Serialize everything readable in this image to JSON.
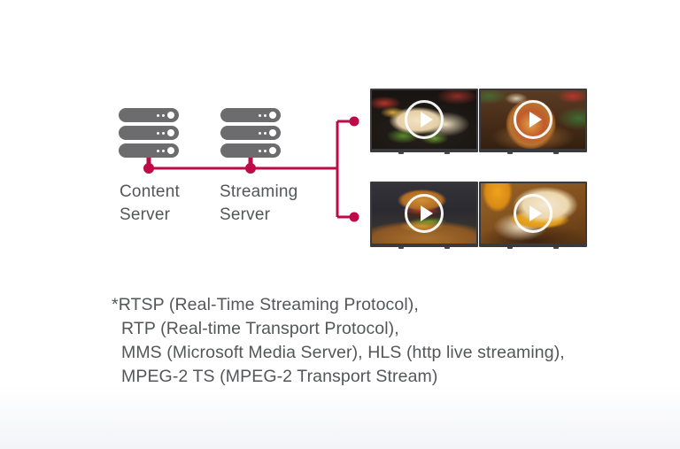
{
  "page": {
    "colors": {
      "accent": "#be0a46",
      "server_gray": "#6c6c6e",
      "text": "#54565a",
      "bezel": "#3a3a3c",
      "background": "#ffffff",
      "background_fade": "#f3f4f8"
    }
  },
  "diagram": {
    "servers": [
      {
        "label": "Content\nServer",
        "icon": "server-stack-icon"
      },
      {
        "label": "Streaming\nServer",
        "icon": "server-stack-icon"
      }
    ],
    "connector": {
      "shape": "trunk-line-with-two-branches",
      "node_icon": "connection-dot"
    },
    "displays": [
      {
        "video": "fajita-wraps",
        "overlay_icon": "play-icon"
      },
      {
        "video": "pizza",
        "overlay_icon": "play-icon"
      },
      {
        "video": "burger",
        "overlay_icon": "play-icon"
      },
      {
        "video": "grilled-cheese-sandwich",
        "overlay_icon": "play-icon"
      }
    ]
  },
  "footnote": {
    "lines": [
      "*RTSP (Real-Time Streaming Protocol),",
      "RTP (Real-time Transport Protocol),",
      "MMS (Microsoft Media Server), HLS (http live streaming),",
      "MPEG-2 TS (MPEG-2 Transport Stream)"
    ]
  }
}
